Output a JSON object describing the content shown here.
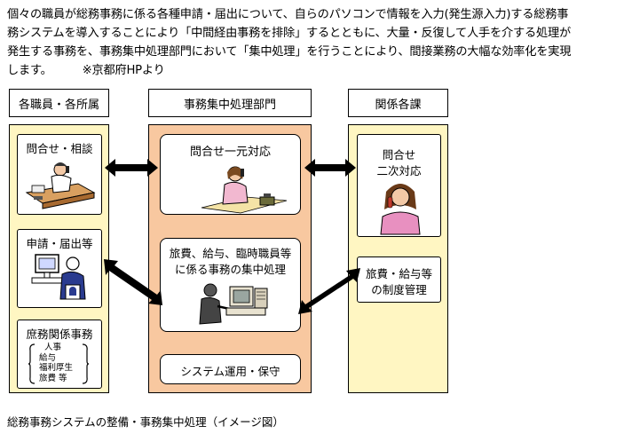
{
  "intro": {
    "lines": [
      "個々の職員が総務事務に係る各種申請・届出について、自らのパソコンで情報を入力(発生源入力)する総務事",
      "務システムを導入することにより「中間経由事務を排除」するとともに、大量・反復して人手を介する処理が",
      "発生する事務を、事務集中処理部門において「集中処理」を行うことにより、間接業務の大幅な効率化を実現",
      "します。"
    ],
    "source_note": "※京都府HPより"
  },
  "columns": {
    "left": {
      "header": "各職員・各所属"
    },
    "middle": {
      "header": "事務集中処理部門"
    },
    "right": {
      "header": "関係各課"
    }
  },
  "left_cards": {
    "inquiry": "問合せ・相談",
    "application": "申請・届出等",
    "general_affairs": {
      "title": "庶務関係事務",
      "items": [
        "人事",
        "給与",
        "福利厚生",
        "旅費 等"
      ]
    }
  },
  "middle_cards": {
    "unified": "問合せ一元対応",
    "central_line1": "旅費、給与、臨時職員等",
    "central_line2": "に係る事務の集中処理",
    "system": "システム運用・保守"
  },
  "right_cards": {
    "secondary_line1": "問合せ",
    "secondary_line2": "二次対応",
    "institutional_line1": "旅費・給与等",
    "institutional_line2": "の制度管理"
  },
  "caption": "総務事務システムの整備・事務集中処理（イメージ図）",
  "colors": {
    "side_fill": "#fff6c2",
    "middle_fill": "#f8c8a0",
    "arrow": "#000000"
  },
  "icons": [
    "person-on-phone-icon",
    "person-at-computer-icon",
    "woman-on-phone-icon",
    "worker-at-terminal-icon"
  ]
}
